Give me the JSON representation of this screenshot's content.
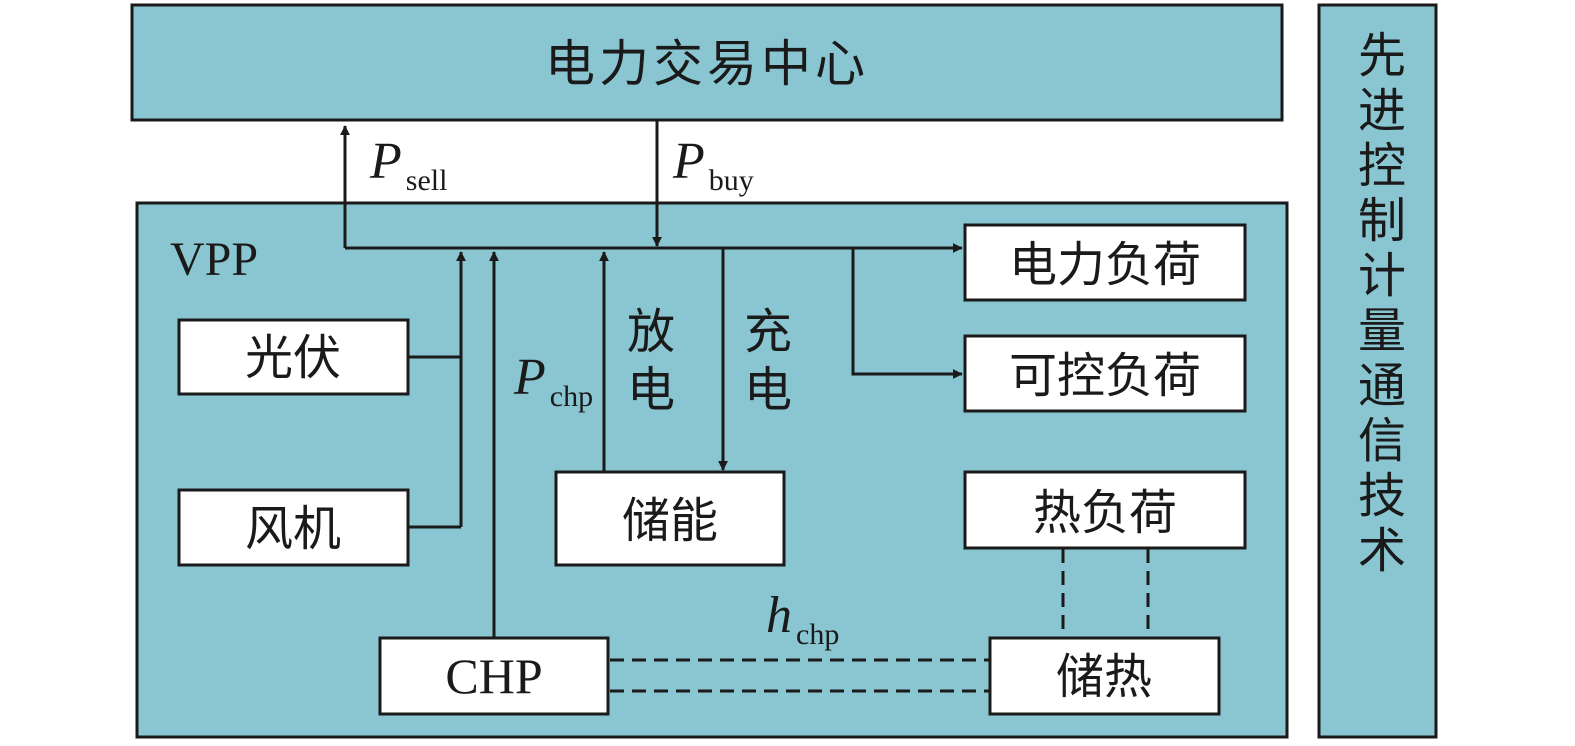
{
  "trading_center": {
    "label": "电力交易中心"
  },
  "side_panel": {
    "label": "先进控制计量通信技术"
  },
  "vpp": {
    "label": "VPP",
    "pv": "光伏",
    "wind": "风机",
    "storage": "储能",
    "chp": "CHP",
    "heat_storage": "储热",
    "power_load": "电力负荷",
    "controllable_load": "可控负荷",
    "heat_load": "热负荷"
  },
  "flows": {
    "sell": {
      "symbol": "P",
      "sub": "sell"
    },
    "buy": {
      "symbol": "P",
      "sub": "buy"
    },
    "chp_power": {
      "symbol": "P",
      "sub": "chp"
    },
    "chp_heat": {
      "symbol": "h",
      "sub": "chp"
    },
    "discharge": "放电",
    "charge": "充电"
  }
}
